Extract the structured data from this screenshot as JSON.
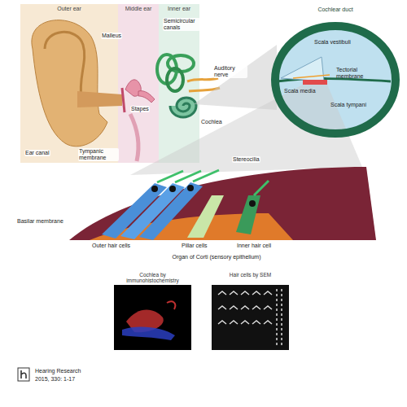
{
  "diagram": {
    "nodes": [
      {
        "text": [
          "Outer ear"
        ]
      },
      {
        "text": [
          "Middle ear"
        ]
      },
      {
        "text": [
          "Inner ear"
        ]
      },
      {
        "text": [
          "Cochlear duct"
        ]
      },
      {
        "text": [
          "Cochlea by immunohistochemistry"
        ]
      },
      {
        "text": [
          "Hair cells by SEM"
        ]
      }
    ],
    "labels": [
      "Malleus",
      "Stapes",
      "Semicircular canals",
      "Ear canal",
      "Tympanic membrane",
      "Cochlea",
      "Auditory nerve",
      "Scala vestibuli",
      "Scala media",
      "Scala tympani",
      "Tectorial membrane",
      "Stereocilia",
      "Outer hair cells",
      "Pillar cells",
      "Inner hair cell",
      "Organ of Corti (sensory epithelium)",
      "Basilar membrane",
      "Hearing Research",
      "2015, 330: 1-17"
    ]
  }
}
